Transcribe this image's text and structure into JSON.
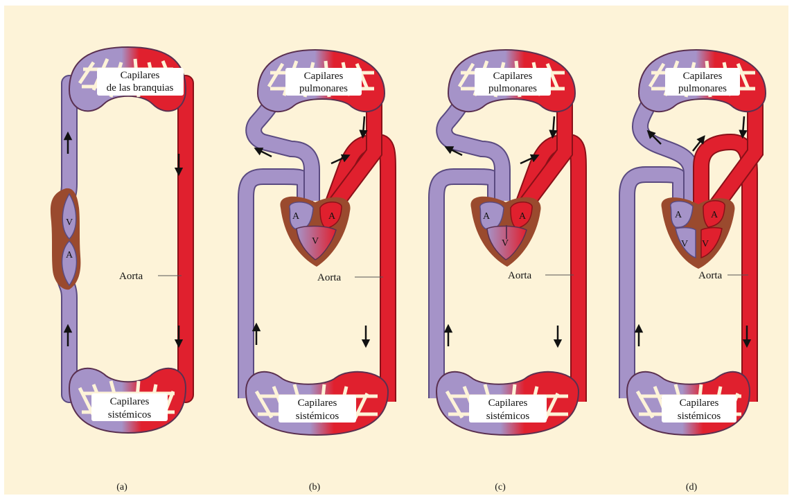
{
  "colors": {
    "background": "#fdf3d8",
    "deoxygenated": "#a593c8",
    "oxygenated": "#e0202e",
    "heart": "#9a4a2e",
    "arrow": "#111111"
  },
  "panels": [
    {
      "id": "a",
      "caption": "(a)",
      "top_label_line1": "Capilares",
      "top_label_line2": "de las branquias",
      "bottom_label_line1": "Capilares",
      "bottom_label_line2": "sistémicos",
      "aorta_label": "Aorta",
      "chambers": [
        "V",
        "A"
      ]
    },
    {
      "id": "b",
      "caption": "(b)",
      "top_label_line1": "Capilares",
      "top_label_line2": "pulmonares",
      "bottom_label_line1": "Capilares",
      "bottom_label_line2": "sistémicos",
      "aorta_label": "Aorta",
      "chambers": [
        "A",
        "A",
        "V"
      ]
    },
    {
      "id": "c",
      "caption": "(c)",
      "top_label_line1": "Capilares",
      "top_label_line2": "pulmonares",
      "bottom_label_line1": "Capilares",
      "bottom_label_line2": "sistémicos",
      "aorta_label": "Aorta",
      "chambers": [
        "A",
        "A",
        "V"
      ]
    },
    {
      "id": "d",
      "caption": "(d)",
      "top_label_line1": "Capilares",
      "top_label_line2": "pulmonares",
      "bottom_label_line1": "Capilares",
      "bottom_label_line2": "sistémicos",
      "aorta_label": "Aorta",
      "chambers": [
        "A",
        "A",
        "V",
        "V"
      ]
    }
  ]
}
